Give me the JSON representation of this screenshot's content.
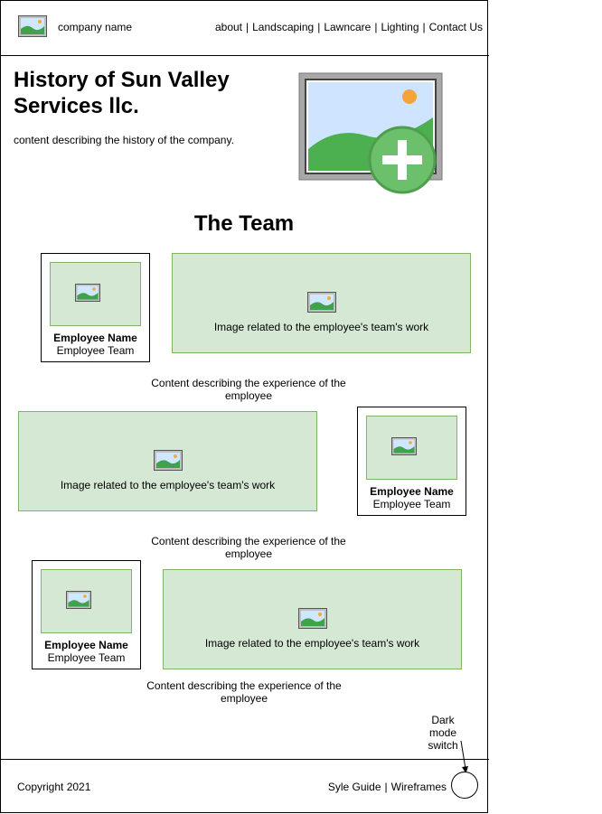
{
  "header": {
    "company_name": "company name",
    "nav": {
      "about": "about",
      "landscaping": "Landscaping",
      "lawncare": "Lawncare",
      "lighting": "Lighting",
      "contact": "Contact Us",
      "separator": "|"
    }
  },
  "history": {
    "title": "History of Sun Valley Services llc.",
    "description": "content describing the history of the company."
  },
  "team": {
    "title": "The Team",
    "members": [
      {
        "name": "Employee Name",
        "team": "Employee Team",
        "work_caption": "Image related to the employee's team's work",
        "experience": "Content describing the experience of the employee"
      },
      {
        "name": "Employee Name",
        "team": "Employee Team",
        "work_caption": "Image related to the employee's team's work",
        "experience": "Content describing the experience of the employee"
      },
      {
        "name": "Employee Name",
        "team": "Employee Team",
        "work_caption": "Image related to the employee's team's work",
        "experience": "Content describing the experience of the employee"
      }
    ]
  },
  "dark_mode": {
    "label": "Dark mode switch"
  },
  "footer": {
    "copyright": "Copyright 2021",
    "style_guide": "Syle Guide",
    "wireframes": "Wireframes",
    "separator": "|"
  },
  "colors": {
    "placeholder_fill": "#d5e8d4",
    "placeholder_border": "#82b366",
    "add_button": "#5fb35f"
  },
  "icons": {
    "image_placeholder": "image-icon",
    "add_image": "add-image-icon"
  }
}
